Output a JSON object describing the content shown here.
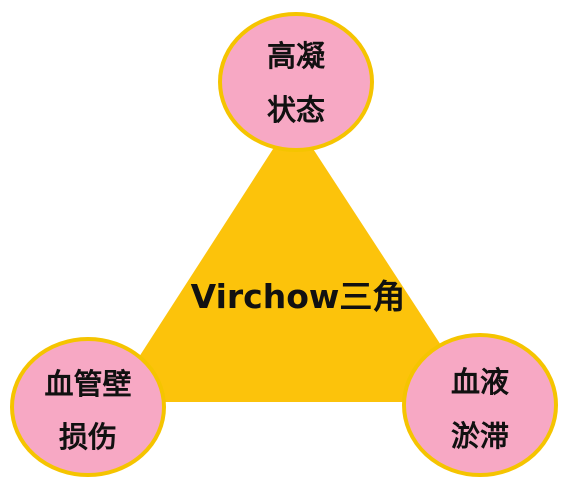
{
  "colors": {
    "triangle_fill": "#fcc30b",
    "circle_fill": "#f7a8c4",
    "circle_stroke": "#f5c400",
    "text": "#111111"
  },
  "center_label": "Virchow三角",
  "nodes": {
    "top": {
      "line1": "高凝",
      "line2": "状态"
    },
    "bottom_left": {
      "line1": "血管壁",
      "line2": "损伤"
    },
    "bottom_right": {
      "line1": "血液",
      "line2": "淤滞"
    }
  }
}
